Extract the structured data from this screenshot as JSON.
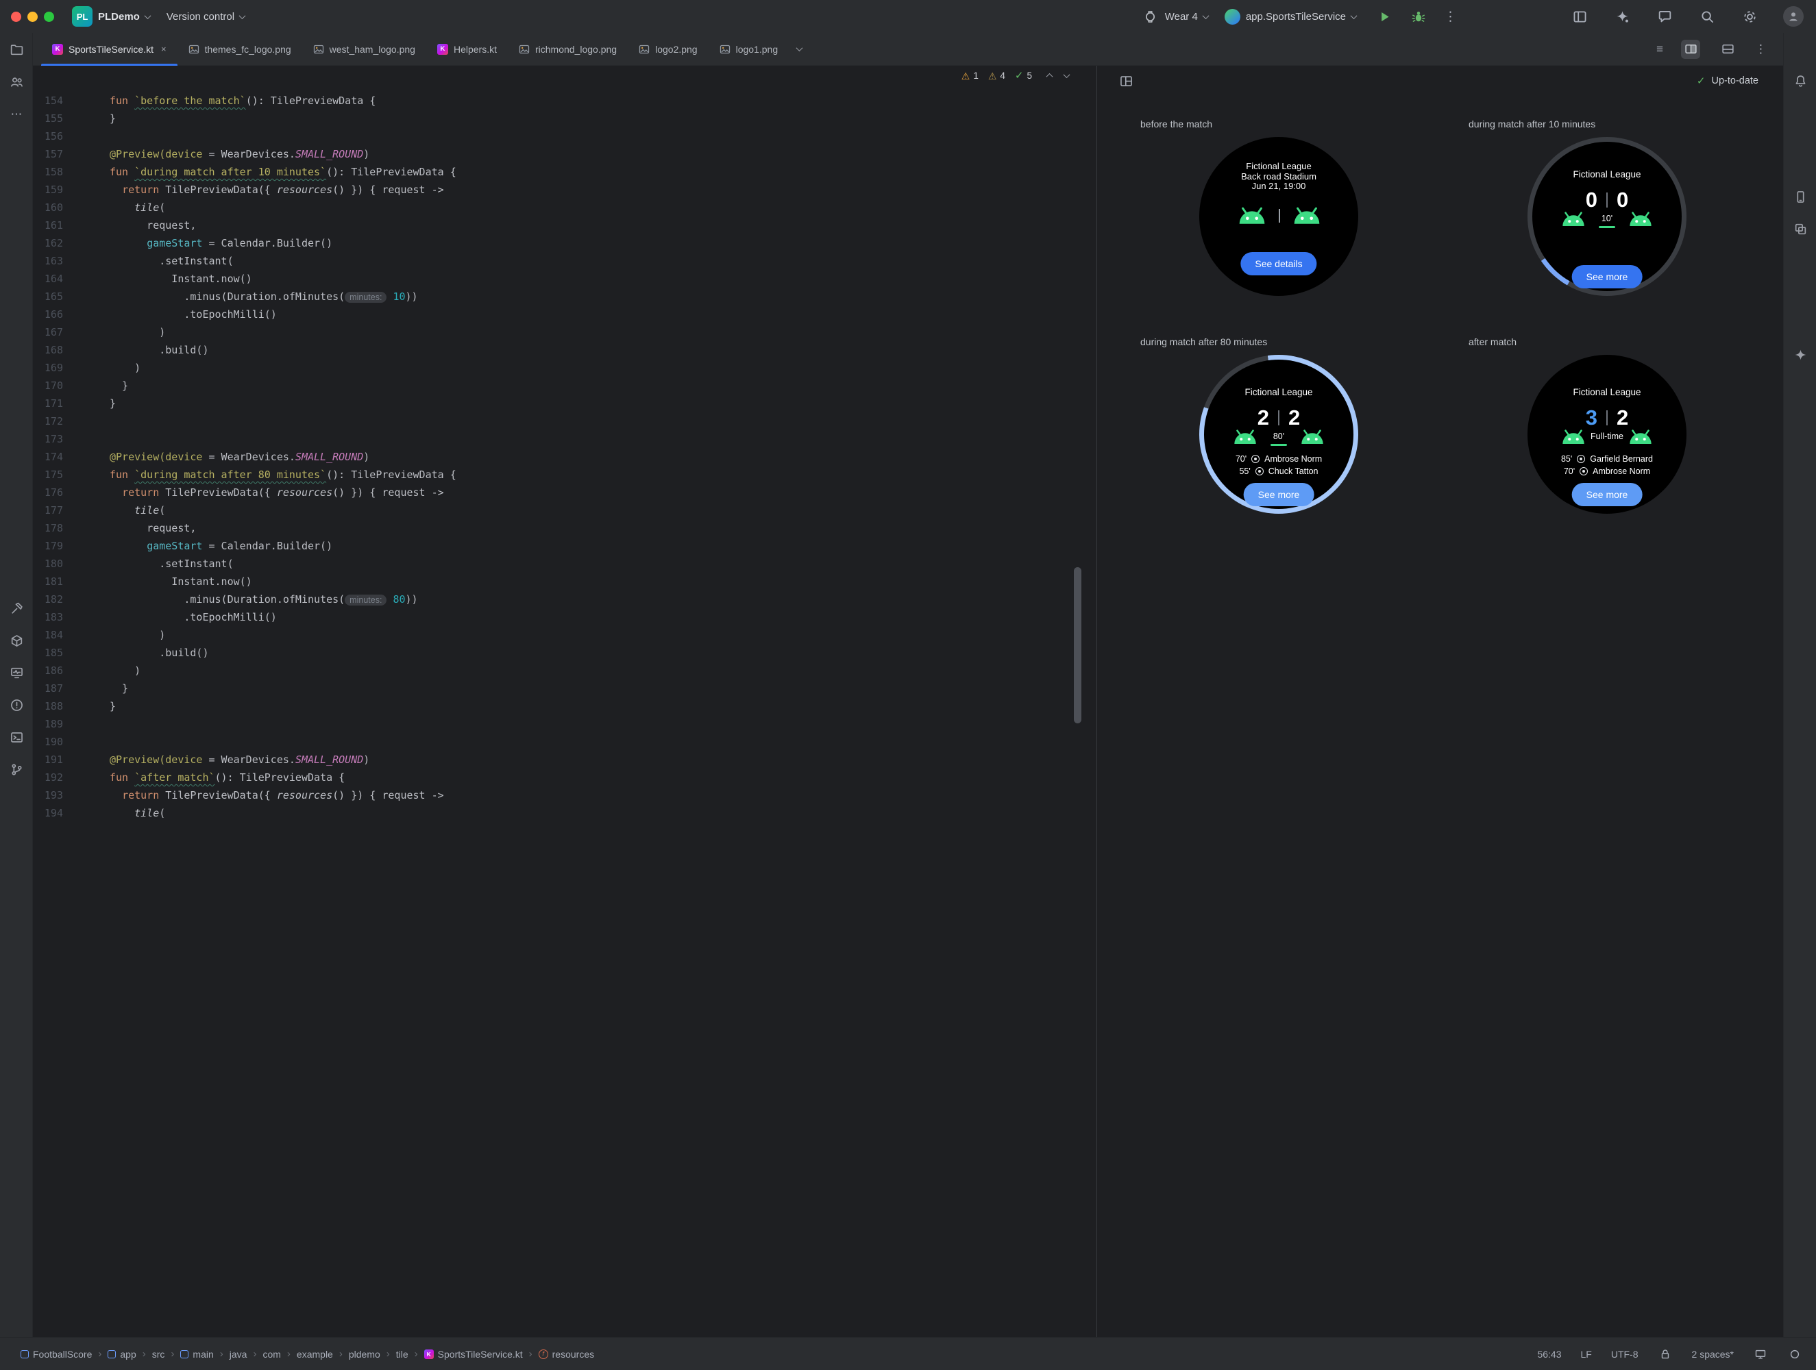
{
  "icons": {
    "close": "×",
    "menu": "≡",
    "more_vertical": "⋮",
    "more_horizontal": "⋯",
    "warning_glyph": "⚠",
    "check_glyph": "✓",
    "breadcrumb_separator": "›",
    "kotlin_badge": "K"
  },
  "title_bar": {
    "project_badge": "PL",
    "project_name": "PLDemo",
    "vcs_label": "Version control",
    "device_name": "Wear 4",
    "run_config": "app.SportsTileService"
  },
  "tab_bar": {
    "tabs": [
      {
        "label": "SportsTileService.kt",
        "type": "kotlin",
        "active": true
      },
      {
        "label": "themes_fc_logo.png",
        "type": "image",
        "active": false
      },
      {
        "label": "west_ham_logo.png",
        "type": "image",
        "active": false
      },
      {
        "label": "Helpers.kt",
        "type": "kotlin",
        "active": false
      },
      {
        "label": "richmond_logo.png",
        "type": "image",
        "active": false
      },
      {
        "label": "logo2.png",
        "type": "image",
        "active": false
      },
      {
        "label": "logo1.png",
        "type": "image",
        "active": false
      }
    ]
  },
  "inspections": {
    "warnings": "1",
    "weak_warnings": "4",
    "passed": "5"
  },
  "editor": {
    "lines": [
      {
        "n": "154",
        "s": [
          [
            "k",
            "fun "
          ],
          [
            "f",
            "`before the match`"
          ],
          [
            "p",
            "(): TilePreviewData {"
          ]
        ]
      },
      {
        "n": "155",
        "s": [
          [
            "p",
            "}"
          ]
        ]
      },
      {
        "n": "156",
        "s": []
      },
      {
        "n": "157",
        "s": [
          [
            "a",
            "@Preview("
          ],
          [
            "a",
            "device"
          ],
          [
            "p",
            " = WearDevices."
          ],
          [
            "c",
            "SMALL_ROUND"
          ],
          [
            "p",
            ")"
          ]
        ]
      },
      {
        "n": "158",
        "s": [
          [
            "k",
            "fun "
          ],
          [
            "f",
            "`during match after 10 minutes`"
          ],
          [
            "p",
            "(): TilePreviewData {"
          ]
        ]
      },
      {
        "n": "159",
        "s": [
          [
            "p",
            "  "
          ],
          [
            "k",
            "return"
          ],
          [
            "p",
            " TilePreviewData({ "
          ],
          [
            "i",
            "resources"
          ],
          [
            "p",
            "() }) { request ->"
          ]
        ]
      },
      {
        "n": "160",
        "s": [
          [
            "p",
            "    "
          ],
          [
            "i",
            "tile"
          ],
          [
            "p",
            "("
          ]
        ]
      },
      {
        "n": "161",
        "s": [
          [
            "p",
            "      request,"
          ]
        ]
      },
      {
        "n": "162",
        "s": [
          [
            "p",
            "      "
          ],
          [
            "g",
            "gameStart"
          ],
          [
            "p",
            " = Calendar.Builder()"
          ]
        ]
      },
      {
        "n": "163",
        "s": [
          [
            "p",
            "        .setInstant("
          ]
        ]
      },
      {
        "n": "164",
        "s": [
          [
            "p",
            "          Instant.now()"
          ]
        ]
      },
      {
        "n": "165",
        "s": [
          [
            "p",
            "            .minus(Duration.ofMinutes("
          ],
          [
            "h",
            "minutes:"
          ],
          [
            "p",
            " "
          ],
          [
            "num",
            "10"
          ],
          [
            "p",
            "))"
          ]
        ]
      },
      {
        "n": "166",
        "s": [
          [
            "p",
            "            .toEpochMilli()"
          ]
        ]
      },
      {
        "n": "167",
        "s": [
          [
            "p",
            "        )"
          ]
        ]
      },
      {
        "n": "168",
        "s": [
          [
            "p",
            "        .build()"
          ]
        ]
      },
      {
        "n": "169",
        "s": [
          [
            "p",
            "    )"
          ]
        ]
      },
      {
        "n": "170",
        "s": [
          [
            "p",
            "  }"
          ]
        ]
      },
      {
        "n": "171",
        "s": [
          [
            "p",
            "}"
          ]
        ]
      },
      {
        "n": "172",
        "s": []
      },
      {
        "n": "173",
        "s": []
      },
      {
        "n": "174",
        "s": [
          [
            "a",
            "@Preview("
          ],
          [
            "a",
            "device"
          ],
          [
            "p",
            " = WearDevices."
          ],
          [
            "c",
            "SMALL_ROUND"
          ],
          [
            "p",
            ")"
          ]
        ]
      },
      {
        "n": "175",
        "s": [
          [
            "k",
            "fun "
          ],
          [
            "f",
            "`during match after 80 minutes`"
          ],
          [
            "p",
            "(): TilePreviewData {"
          ]
        ]
      },
      {
        "n": "176",
        "s": [
          [
            "p",
            "  "
          ],
          [
            "k",
            "return"
          ],
          [
            "p",
            " TilePreviewData({ "
          ],
          [
            "i",
            "resources"
          ],
          [
            "p",
            "() }) { request ->"
          ]
        ]
      },
      {
        "n": "177",
        "s": [
          [
            "p",
            "    "
          ],
          [
            "i",
            "tile"
          ],
          [
            "p",
            "("
          ]
        ]
      },
      {
        "n": "178",
        "s": [
          [
            "p",
            "      request,"
          ]
        ]
      },
      {
        "n": "179",
        "s": [
          [
            "p",
            "      "
          ],
          [
            "g",
            "gameStart"
          ],
          [
            "p",
            " = Calendar.Builder()"
          ]
        ]
      },
      {
        "n": "180",
        "s": [
          [
            "p",
            "        .setInstant("
          ]
        ]
      },
      {
        "n": "181",
        "s": [
          [
            "p",
            "          Instant.now()"
          ]
        ]
      },
      {
        "n": "182",
        "s": [
          [
            "p",
            "            .minus(Duration.ofMinutes("
          ],
          [
            "h",
            "minutes:"
          ],
          [
            "p",
            " "
          ],
          [
            "num",
            "80"
          ],
          [
            "p",
            "))"
          ]
        ]
      },
      {
        "n": "183",
        "s": [
          [
            "p",
            "            .toEpochMilli()"
          ]
        ]
      },
      {
        "n": "184",
        "s": [
          [
            "p",
            "        )"
          ]
        ]
      },
      {
        "n": "185",
        "s": [
          [
            "p",
            "        .build()"
          ]
        ]
      },
      {
        "n": "186",
        "s": [
          [
            "p",
            "    )"
          ]
        ]
      },
      {
        "n": "187",
        "s": [
          [
            "p",
            "  }"
          ]
        ]
      },
      {
        "n": "188",
        "s": [
          [
            "p",
            "}"
          ]
        ]
      },
      {
        "n": "189",
        "s": []
      },
      {
        "n": "190",
        "s": []
      },
      {
        "n": "191",
        "s": [
          [
            "a",
            "@Preview("
          ],
          [
            "a",
            "device"
          ],
          [
            "p",
            " = WearDevices."
          ],
          [
            "c",
            "SMALL_ROUND"
          ],
          [
            "p",
            ")"
          ]
        ]
      },
      {
        "n": "192",
        "s": [
          [
            "k",
            "fun "
          ],
          [
            "f",
            "`after match`"
          ],
          [
            "p",
            "(): TilePreviewData {"
          ]
        ]
      },
      {
        "n": "193",
        "s": [
          [
            "p",
            "  "
          ],
          [
            "k",
            "return"
          ],
          [
            "p",
            " TilePreviewData({ "
          ],
          [
            "i",
            "resources"
          ],
          [
            "p",
            "() }) { request ->"
          ]
        ]
      },
      {
        "n": "194",
        "s": [
          [
            "p",
            "    "
          ],
          [
            "i",
            "tile"
          ],
          [
            "p",
            "("
          ]
        ]
      }
    ]
  },
  "preview": {
    "status": "Up-to-date",
    "watches": [
      {
        "id": "before-match",
        "label": "before the match",
        "face": "info",
        "ring": "none",
        "league": "Fictional League",
        "info_lines": [
          "Back road Stadium",
          "Jun 21, 19:00"
        ],
        "button_label": "See details",
        "button_color": "#3574f0"
      },
      {
        "id": "during-10",
        "label": "during match after 10 minutes",
        "face": "score",
        "ring": "notch",
        "league": "Fictional League",
        "home_score": "0",
        "away_score": "0",
        "time": "10'",
        "time_progress": true,
        "button_label": "See more",
        "button_color": "#3574f0"
      },
      {
        "id": "during-80",
        "label": "during match after 80 minutes",
        "face": "score",
        "ring": "blue",
        "league": "Fictional League",
        "home_score": "2",
        "away_score": "2",
        "time": "80'",
        "time_progress": true,
        "scorers": [
          {
            "minute": "70'",
            "name": "Ambrose Norm"
          },
          {
            "minute": "55'",
            "name": "Chuck Tatton"
          }
        ],
        "button_label": "See more",
        "button_color": "#5e9bf5"
      },
      {
        "id": "after-match",
        "label": "after match",
        "face": "score",
        "ring": "none",
        "league": "Fictional League",
        "home_score": "3",
        "away_score": "2",
        "home_highlight": true,
        "time": "Full-time",
        "time_progress": false,
        "scorers": [
          {
            "minute": "85'",
            "name": "Garfield Bernard"
          },
          {
            "minute": "70'",
            "name": "Ambrose Norm"
          }
        ],
        "button_label": "See more",
        "button_color": "#5e9bf5"
      }
    ]
  },
  "status_bar": {
    "breadcrumbs": [
      {
        "label": "FootballScore",
        "icon": "project"
      },
      {
        "label": "app",
        "icon": "module"
      },
      {
        "label": "src",
        "icon": "none"
      },
      {
        "label": "main",
        "icon": "module"
      },
      {
        "label": "java",
        "icon": "none"
      },
      {
        "label": "com",
        "icon": "none"
      },
      {
        "label": "example",
        "icon": "none"
      },
      {
        "label": "pldemo",
        "icon": "none"
      },
      {
        "label": "tile",
        "icon": "none"
      },
      {
        "label": "SportsTileService.kt",
        "icon": "kotlin"
      },
      {
        "label": "resources",
        "icon": "function"
      }
    ],
    "cursor_position": "56:43",
    "line_separator": "LF",
    "encoding": "UTF-8",
    "indent": "2 spaces*"
  }
}
